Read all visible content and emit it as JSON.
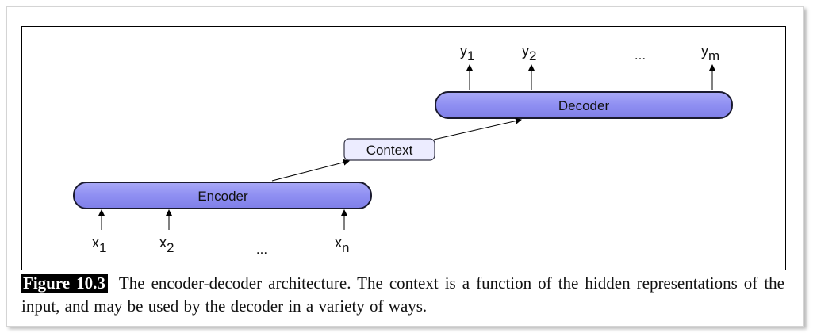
{
  "diagram": {
    "encoder_label": "Encoder",
    "decoder_label": "Decoder",
    "context_label": "Context",
    "inputs": [
      {
        "base": "x",
        "sub": "1"
      },
      {
        "base": "x",
        "sub": "2"
      },
      {
        "base": "x",
        "sub": "n"
      }
    ],
    "outputs": [
      {
        "base": "y",
        "sub": "1"
      },
      {
        "base": "y",
        "sub": "2"
      },
      {
        "base": "y",
        "sub": "m"
      }
    ],
    "input_ellipsis": "...",
    "output_ellipsis": "...",
    "colors": {
      "pill_fill": "#8f8ff2",
      "pill_stroke": "#1a1a2e",
      "context_fill": "#ececff"
    }
  },
  "caption": {
    "figure_label": "Figure 10.3",
    "text": "The encoder-decoder architecture.  The context is a function of the hidden representations of the input, and may be used by the decoder in a variety of ways."
  }
}
